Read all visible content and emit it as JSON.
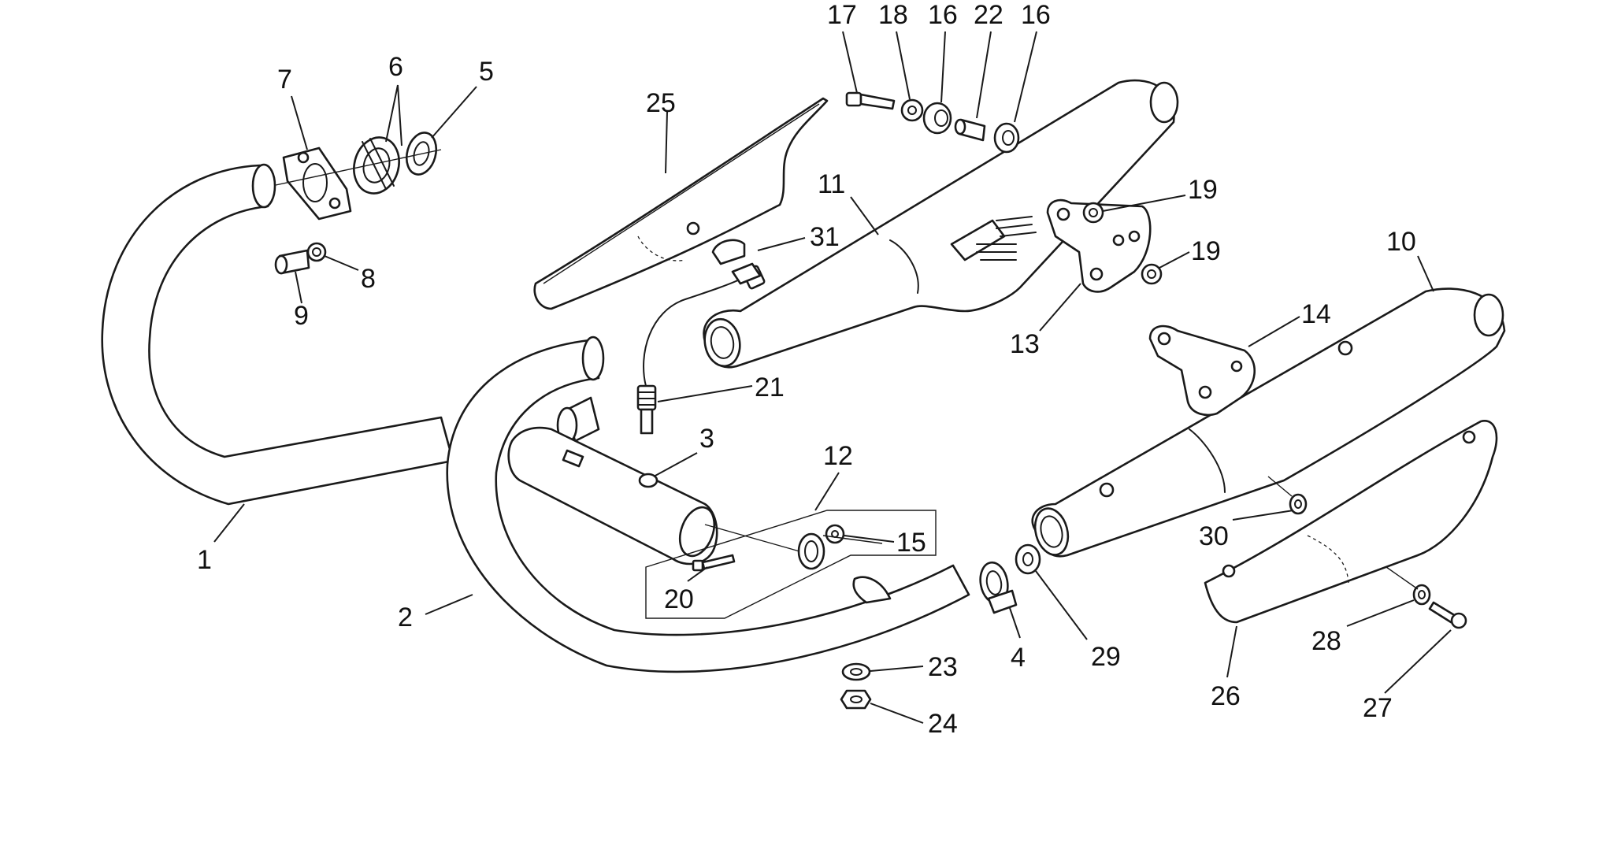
{
  "diagram": {
    "callouts": [
      {
        "id": "1",
        "label": "1"
      },
      {
        "id": "2",
        "label": "2"
      },
      {
        "id": "3",
        "label": "3"
      },
      {
        "id": "4",
        "label": "4"
      },
      {
        "id": "5",
        "label": "5"
      },
      {
        "id": "6",
        "label": "6"
      },
      {
        "id": "7",
        "label": "7"
      },
      {
        "id": "8",
        "label": "8"
      },
      {
        "id": "9",
        "label": "9"
      },
      {
        "id": "10",
        "label": "10"
      },
      {
        "id": "11",
        "label": "11"
      },
      {
        "id": "12",
        "label": "12"
      },
      {
        "id": "13",
        "label": "13"
      },
      {
        "id": "14",
        "label": "14"
      },
      {
        "id": "15",
        "label": "15"
      },
      {
        "id": "16a",
        "label": "16"
      },
      {
        "id": "16b",
        "label": "16"
      },
      {
        "id": "17",
        "label": "17"
      },
      {
        "id": "18",
        "label": "18"
      },
      {
        "id": "19a",
        "label": "19"
      },
      {
        "id": "19b",
        "label": "19"
      },
      {
        "id": "20",
        "label": "20"
      },
      {
        "id": "21",
        "label": "21"
      },
      {
        "id": "22",
        "label": "22"
      },
      {
        "id": "23",
        "label": "23"
      },
      {
        "id": "24",
        "label": "24"
      },
      {
        "id": "25",
        "label": "25"
      },
      {
        "id": "26",
        "label": "26"
      },
      {
        "id": "27",
        "label": "27"
      },
      {
        "id": "28",
        "label": "28"
      },
      {
        "id": "29",
        "label": "29"
      },
      {
        "id": "30",
        "label": "30"
      },
      {
        "id": "31",
        "label": "31"
      }
    ]
  }
}
